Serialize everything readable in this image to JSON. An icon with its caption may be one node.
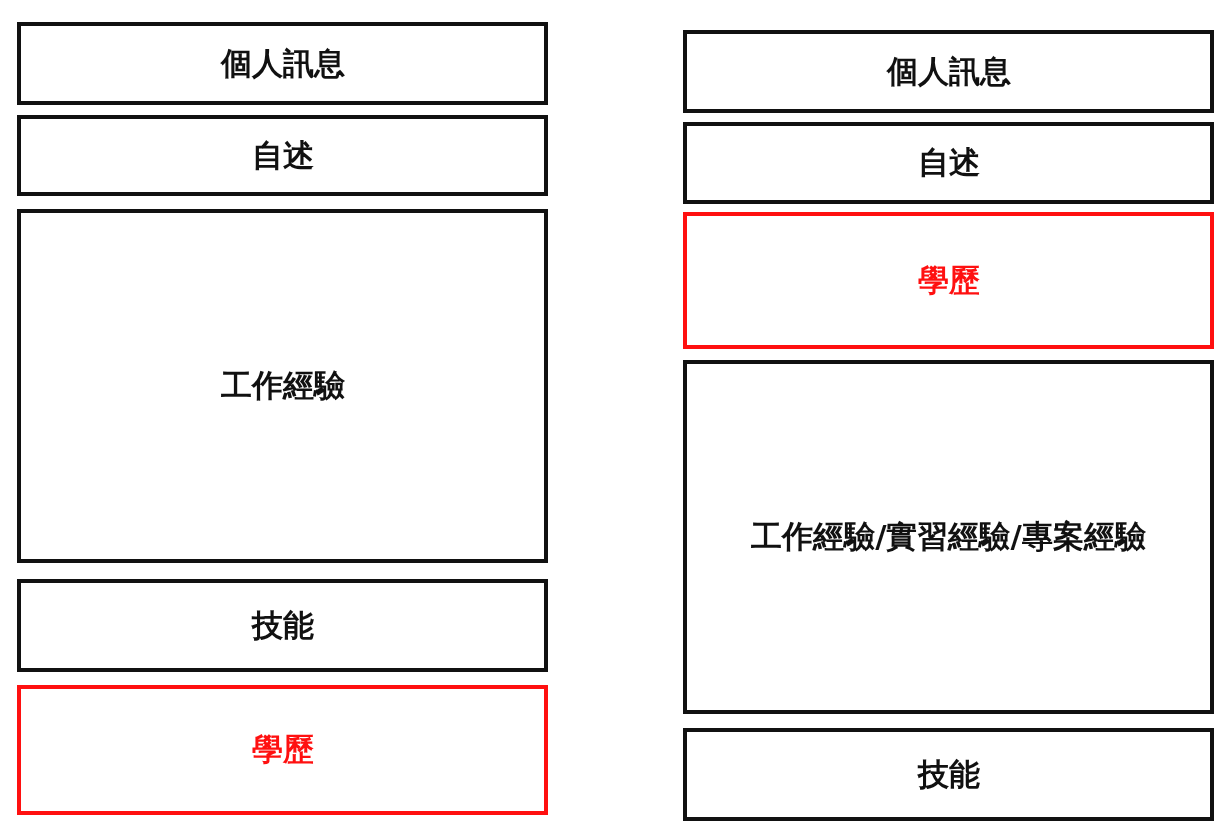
{
  "diagram": {
    "nodes": [
      {
        "text": [
          "個人訊息"
        ]
      },
      {
        "text": [
          "自述"
        ]
      },
      {
        "text": [
          "工作經驗"
        ]
      },
      {
        "text": [
          "技能"
        ]
      },
      {
        "text": [
          "學歷"
        ]
      },
      {
        "text": [
          "個人訊息"
        ]
      },
      {
        "text": [
          "自述"
        ]
      },
      {
        "text": [
          "學歷"
        ]
      },
      {
        "text": [
          "工作經驗/實習經驗/專案經驗"
        ]
      },
      {
        "text": [
          "技能"
        ]
      }
    ]
  }
}
